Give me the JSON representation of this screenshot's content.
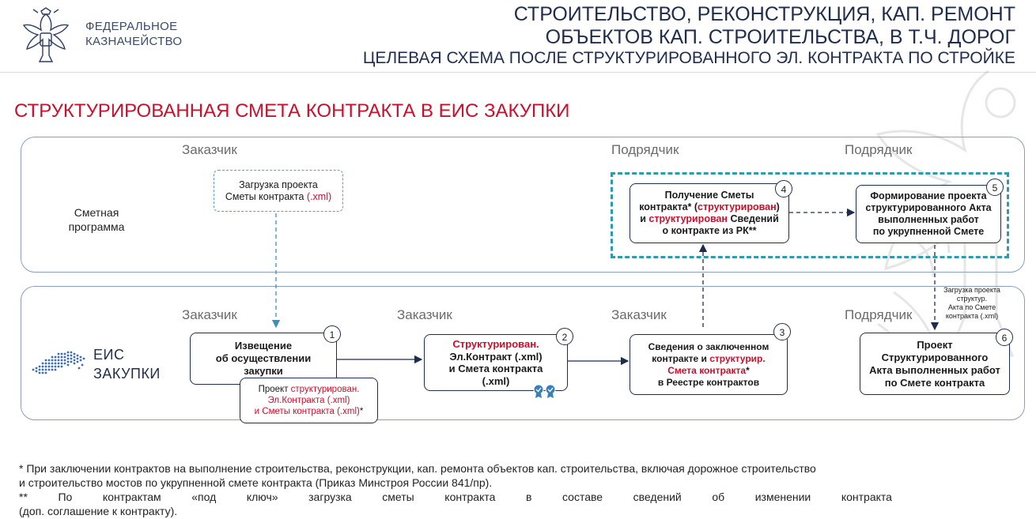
{
  "header": {
    "org_line1": "ФЕДЕРАЛЬНОЕ",
    "org_line2": "КАЗНАЧЕЙСТВО",
    "title_line1": "СТРОИТЕЛЬСТВО, РЕКОНСТРУКЦИЯ, КАП. РЕМОНТ",
    "title_line2": "ОБЪЕКТОВ КАП. СТРОИТЕЛЬСТВА, В Т.Ч. ДОРОГ",
    "title_line3": "ЦЕЛЕВАЯ СХЕМА ПОСЛЕ СТРУКТУРИРОВАННОГО ЭЛ. КОНТРАКТА ПО СТРОЙКЕ"
  },
  "section_title": "СТРУКТУРИРОВАННАЯ СМЕТА КОНТРАКТА В ЕИС ЗАКУПКИ",
  "lanes": {
    "top": {
      "label_line1": "Сметная",
      "label_line2": "программа"
    },
    "bottom": {
      "label_line1": "ЕИС",
      "label_line2": "ЗАКУПКИ"
    }
  },
  "roles": {
    "top_customer": "Заказчик",
    "top_contractor_1": "Подрядчик",
    "top_contractor_2": "Подрядчик",
    "bottom_customer_1": "Заказчик",
    "bottom_customer_2": "Заказчик",
    "bottom_customer_3": "Заказчик",
    "bottom_contractor": "Подрядчик"
  },
  "boxes": {
    "upload": {
      "line1": "Загрузка проекта",
      "line2a": "Сметы контракта ",
      "line2b": "(.xml)"
    },
    "b1": {
      "num": "1",
      "line1": "Извещение",
      "line2": "об осуществлении",
      "line3": "закупки"
    },
    "b1_note": {
      "line1a": "Проект ",
      "line1b": "структурирован.",
      "line2": "Эл.Контракта (.xml)",
      "line3a": "и Сметы контракта (.xml)",
      "line3b": "*"
    },
    "b2": {
      "num": "2",
      "line1": "Структурирован.",
      "line2": "Эл.Контракт (.xml)",
      "line3": "и Смета контракта",
      "line4": "(.xml)"
    },
    "b3": {
      "num": "3",
      "line1": "Сведения о заключенном",
      "line2a": "контракте и ",
      "line2b": "структурир.",
      "line3": "Смета контракта",
      "line3b": "*",
      "line4": "в Реестре контрактов"
    },
    "b4": {
      "num": "4",
      "line1": "Получение Сметы",
      "line2a": "контракта* (",
      "line2b": "структурирован",
      "line2c": ")",
      "line3a": "и ",
      "line3b": "структурирован",
      "line3c": " Сведений",
      "line4": "о контракте из РК**"
    },
    "b5": {
      "num": "5",
      "line1": "Формирование проекта",
      "line2": "структурированного Акта",
      "line3": "выполненных работ",
      "line4": "по укрупненной Смете"
    },
    "b6": {
      "num": "6",
      "line1": "Проект",
      "line2": "Структурированного",
      "line3": "Акта выполненных работ",
      "line4": "по Смете контракта"
    }
  },
  "arrow_note": {
    "line1": "Загрузка проекта",
    "line2": "структур.",
    "line3": "Акта по Смете",
    "line4": "контракта (.xml)"
  },
  "footnotes": {
    "f1_line1": "* При заключении контрактов на выполнение строительства, реконструкции, кап. ремонта объектов кап. строительства, включая дорожное строительство",
    "f1_line2": "и строительство мостов по укрупненной смете контракта (Приказ Минстроя России 841/пр).",
    "f2_words": [
      "**",
      "По",
      "контрактам",
      "«под",
      "ключ»",
      "загрузка",
      "сметы",
      "контракта",
      "в",
      "составе",
      "сведений",
      "об",
      "изменении",
      "контракта"
    ],
    "f2_line2": "(доп. соглашение к контракту)."
  },
  "colors": {
    "accent_red": "#c8102e",
    "navy": "#1f2d4d",
    "teal": "#2e9aae"
  }
}
